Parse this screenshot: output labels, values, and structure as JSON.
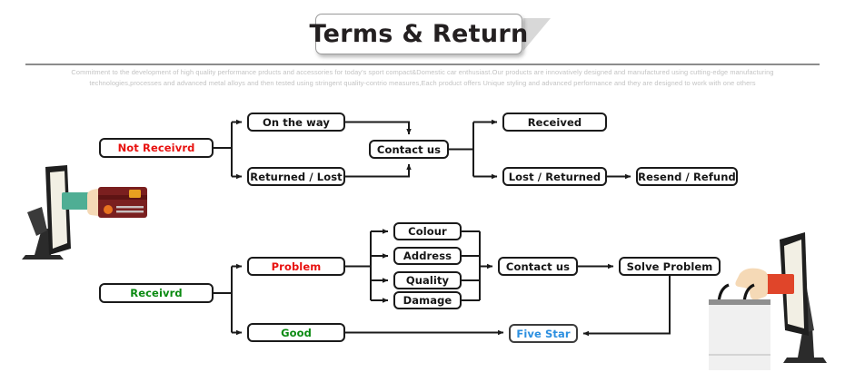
{
  "header": {
    "title": "Terms & Return",
    "description_line1": "Commitment to the development of high quality performance prducts and accessories for today's sport compact&Domestic car enthusiast.Our products are innovatively designed and manufactured using cutting-edge manufacturing",
    "description_line2": "technologies,processes and advanced metal alloys and then tested using stringent quality-contrio measures,Each  product offers Unique styling and advanced performance and they are designed to work with one others"
  },
  "colors": {
    "red": "#e8110f",
    "green": "#0a8a11",
    "blue": "#2b8fe0",
    "node_border": "#1a1a1a",
    "rule": "#8c8c8c",
    "description_text": "#c3c3c3",
    "title_text": "#231f20",
    "card_body": "#7a1f1f",
    "sleeve_left": "#4fae94",
    "sleeve_right": "#e0452a",
    "monitor_body": "#2b2b2b",
    "bag_body": "#f0f0f0"
  },
  "flow": {
    "upper": {
      "start": {
        "label": "Not Receivrd",
        "color": "red"
      },
      "branch_top": {
        "label": "On the way"
      },
      "branch_bottom": {
        "label": "Returned / Lost"
      },
      "merge": {
        "label": "Contact us"
      },
      "result_top": {
        "label": "Received"
      },
      "result_bottom": {
        "label": "Lost / Returned"
      },
      "final": {
        "label": "Resend / Refund"
      }
    },
    "lower": {
      "start": {
        "label": "Receivrd",
        "color": "green"
      },
      "branch_top": {
        "label": "Problem",
        "color": "red"
      },
      "branch_bottom": {
        "label": "Good",
        "color": "green"
      },
      "issues": [
        {
          "label": "Colour"
        },
        {
          "label": "Address"
        },
        {
          "label": "Quality"
        },
        {
          "label": "Damage"
        }
      ],
      "merge": {
        "label": "Contact us"
      },
      "resolve": {
        "label": "Solve Problem"
      },
      "final": {
        "label": "Five Star",
        "color": "blue"
      }
    }
  },
  "illustrations": {
    "left": {
      "name": "monitor-hand-credit-card"
    },
    "right": {
      "name": "monitor-hand-shopping-bag"
    }
  }
}
